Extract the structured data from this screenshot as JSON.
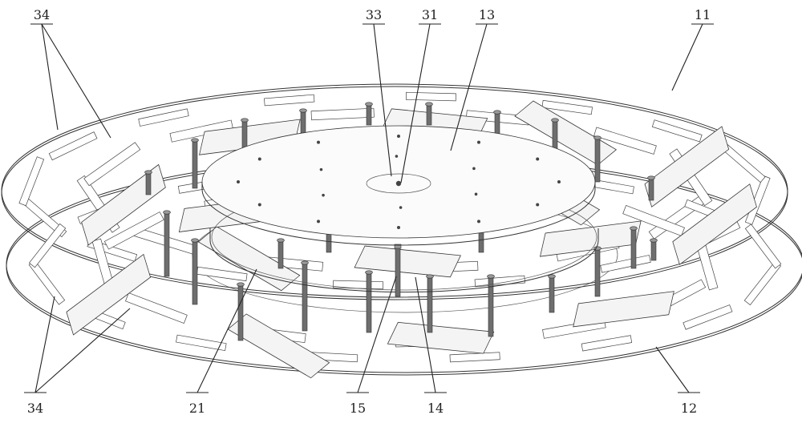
{
  "labels": {
    "l34_top": "34",
    "l33": "33",
    "l31": "31",
    "l13": "13",
    "l11": "11",
    "l34_bottom": "34",
    "l21": "21",
    "l15": "15",
    "l14": "14",
    "l12": "12"
  }
}
